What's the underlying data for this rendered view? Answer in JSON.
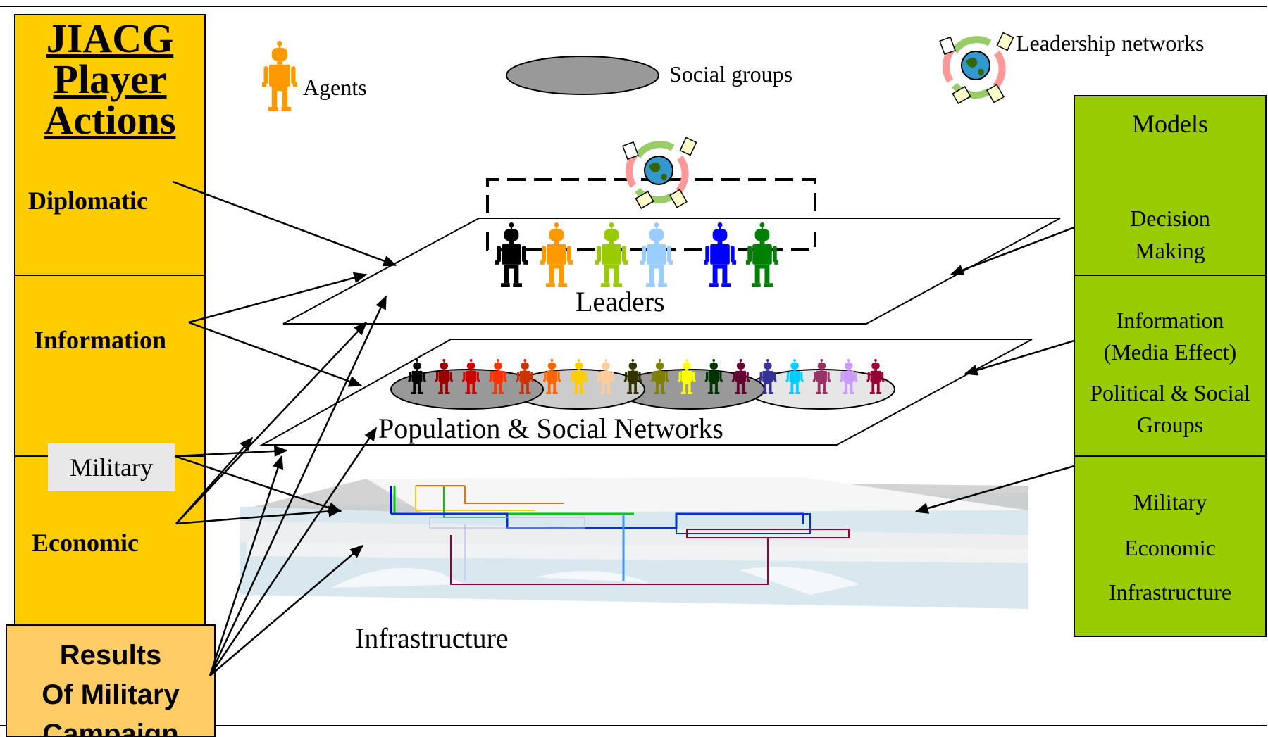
{
  "left_panel": {
    "title_lines": [
      "JIACG",
      "Player",
      "Actions"
    ],
    "actions": {
      "diplomatic": "Diplomatic",
      "information": "Information",
      "military": "Military",
      "economic": "Economic"
    },
    "results_lines": [
      "Results",
      "Of Military",
      "Campaign"
    ],
    "panel_color": "#ffcc00",
    "results_color": "#ffcc66"
  },
  "legend": {
    "agents": "Agents",
    "social_groups": "Social groups",
    "leadership_networks": "Leadership networks"
  },
  "layers": {
    "leaders": "Leaders",
    "population": "Population & Social Networks",
    "infrastructure": "Infrastructure"
  },
  "right_panel": {
    "title": "Models",
    "items": [
      "Decision",
      "Making",
      "Information",
      "(Media Effect)",
      "Political & Social",
      "Groups",
      "Military",
      "Economic",
      "Infrastructure"
    ],
    "panel_color": "#99cc00"
  },
  "colors": {
    "leader_agents": [
      "#000000",
      "#ff9900",
      "#99cc00",
      "#99ccff",
      "#0000ff",
      "#008000"
    ],
    "population_agents": [
      "#000000",
      "#990000",
      "#cc0000",
      "#ff3300",
      "#cc3300",
      "#ff6600",
      "#ffcc00",
      "#ffcc99",
      "#333300",
      "#808000",
      "#ffff00",
      "#003300",
      "#660033",
      "#333399",
      "#00ccff",
      "#993366",
      "#cc99ff",
      "#990033"
    ],
    "social_group_fills": [
      "#999999",
      "#cccccc",
      "#999999",
      "#e6e6e6"
    ],
    "legend_agent": "#ff9900"
  }
}
